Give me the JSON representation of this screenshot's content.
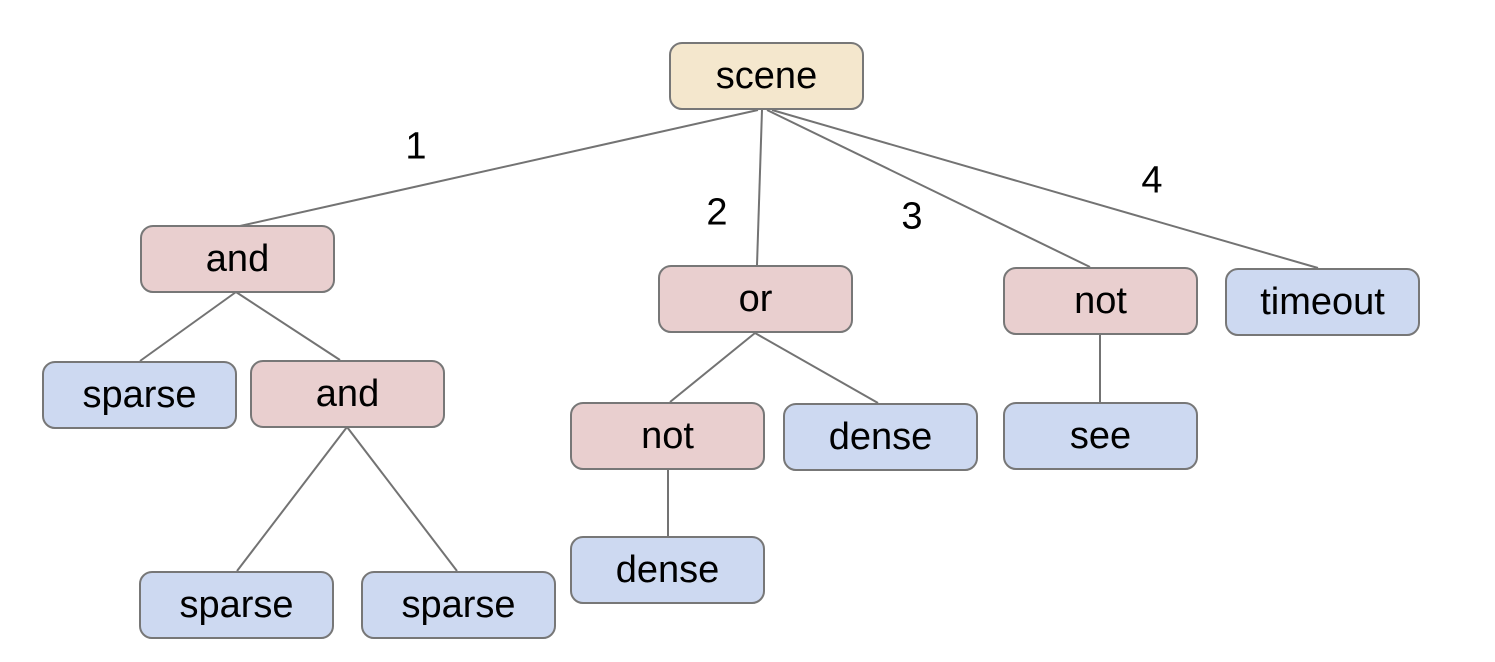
{
  "diagram": {
    "kind": "tree-diagram",
    "background": "#ffffff",
    "colors": {
      "root_fill": "#f4e7cd",
      "operator_fill": "#e9cfcf",
      "leaf_fill": "#cdd9f1",
      "node_border": "#777777",
      "connector": "#737373",
      "text": "#000000"
    }
  },
  "nodes": {
    "scene": {
      "label": "scene",
      "type": "root"
    },
    "and1": {
      "label": "and",
      "type": "operator"
    },
    "or1": {
      "label": "or",
      "type": "operator"
    },
    "not2": {
      "label": "not",
      "type": "operator"
    },
    "timeout": {
      "label": "timeout",
      "type": "leaf"
    },
    "sparse1": {
      "label": "sparse",
      "type": "leaf"
    },
    "and2": {
      "label": "and",
      "type": "operator"
    },
    "not1": {
      "label": "not",
      "type": "operator"
    },
    "dense1": {
      "label": "dense",
      "type": "leaf"
    },
    "see": {
      "label": "see",
      "type": "leaf"
    },
    "dense2": {
      "label": "dense",
      "type": "leaf"
    },
    "sparse2": {
      "label": "sparse",
      "type": "leaf"
    },
    "sparse3": {
      "label": "sparse",
      "type": "leaf"
    }
  },
  "edges": [
    {
      "from": "scene",
      "to": "and1",
      "label": "1"
    },
    {
      "from": "scene",
      "to": "or1",
      "label": "2"
    },
    {
      "from": "scene",
      "to": "not2",
      "label": "3"
    },
    {
      "from": "scene",
      "to": "timeout",
      "label": "4"
    },
    {
      "from": "and1",
      "to": "sparse1",
      "label": ""
    },
    {
      "from": "and1",
      "to": "and2",
      "label": ""
    },
    {
      "from": "and2",
      "to": "sparse2",
      "label": ""
    },
    {
      "from": "and2",
      "to": "sparse3",
      "label": ""
    },
    {
      "from": "or1",
      "to": "not1",
      "label": ""
    },
    {
      "from": "or1",
      "to": "dense1",
      "label": ""
    },
    {
      "from": "not1",
      "to": "dense2",
      "label": ""
    },
    {
      "from": "not2",
      "to": "see",
      "label": ""
    }
  ]
}
